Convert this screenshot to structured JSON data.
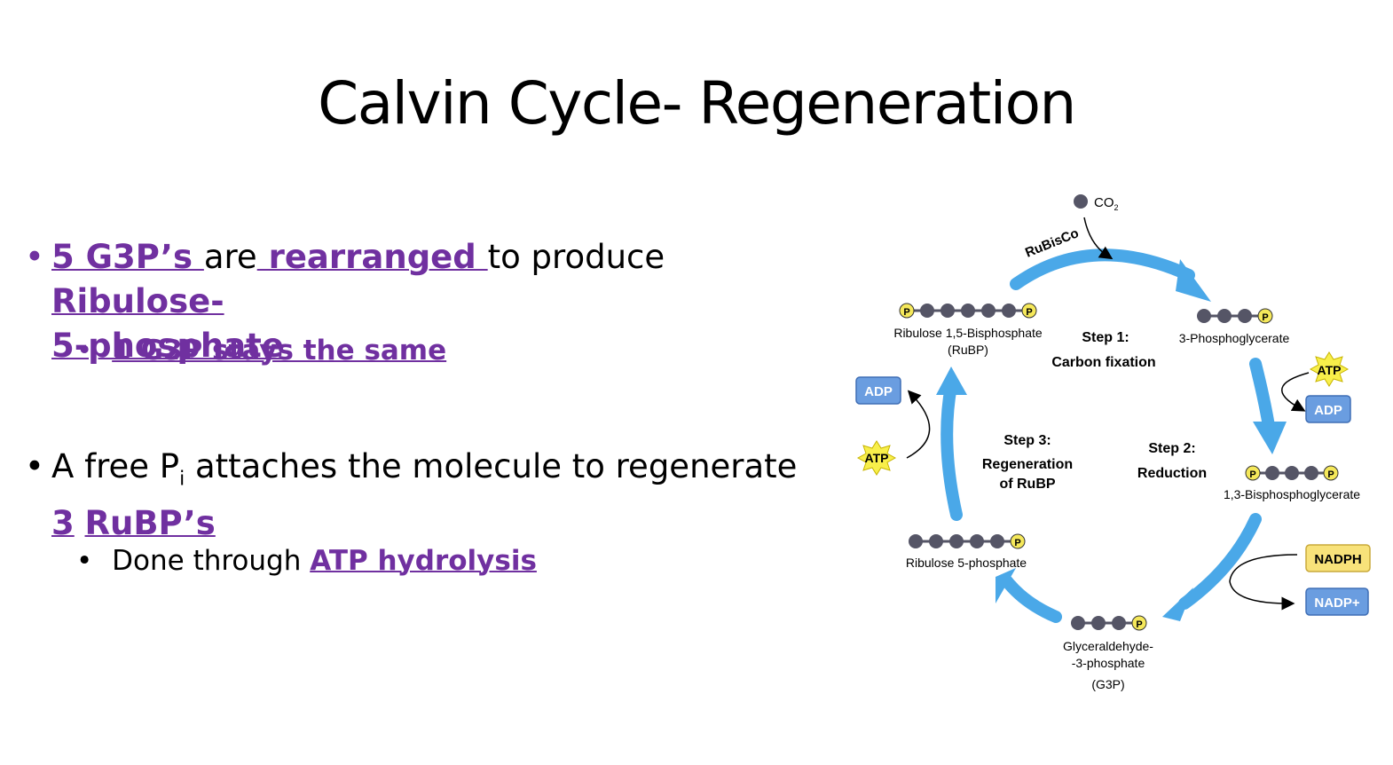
{
  "title": "Calvin Cycle- Regeneration",
  "bullet1": {
    "part1": "5 G3P’s ",
    "part2": "are",
    "part3": " rearranged ",
    "part4": "to produce ",
    "part5_line1": "Ribulose-",
    "part5_line2": "5-phosphate",
    "sub": "1 G3P stays the same"
  },
  "bullet2": {
    "part1": "A free P",
    "subscript": "i",
    "part2": " attaches the molecule to regenerate",
    "part3": "3",
    "part4": "RuBP’s",
    "sub_prefix": "Done through ",
    "sub_link": "ATP hydrolysis"
  },
  "diagram": {
    "co2": "CO",
    "co2_sub": "2",
    "rubisco": "RuBisCo",
    "rubp_name": "Ribulose 1,5-Bisphosphate",
    "rubp_abbr": "(RuBP)",
    "pga_name": "3-Phosphoglycerate",
    "bpg_name": "1,3-Bisphosphoglycerate",
    "g3p_name1": "Glyceraldehyde-",
    "g3p_name2": "-3-phosphate",
    "g3p_abbr": "(G3P)",
    "r5p_name": "Ribulose 5-phosphate",
    "step1_a": "Step 1:",
    "step1_b": "Carbon fixation",
    "step2_a": "Step 2:",
    "step2_b": "Reduction",
    "step3_a": "Step 3:",
    "step3_b": "Regeneration",
    "step3_c": "of RuBP",
    "atp": "ATP",
    "adp": "ADP",
    "nadph": "NADPH",
    "nadp": "NADP+",
    "p": "P",
    "colors": {
      "arrow": "#4aa8e8",
      "molecule": "#555566",
      "phosphate": "#f5e85a",
      "adp_box": "#6a9de0",
      "nadph_box": "#f8e27a",
      "accent_purple": "#7030a0"
    }
  }
}
